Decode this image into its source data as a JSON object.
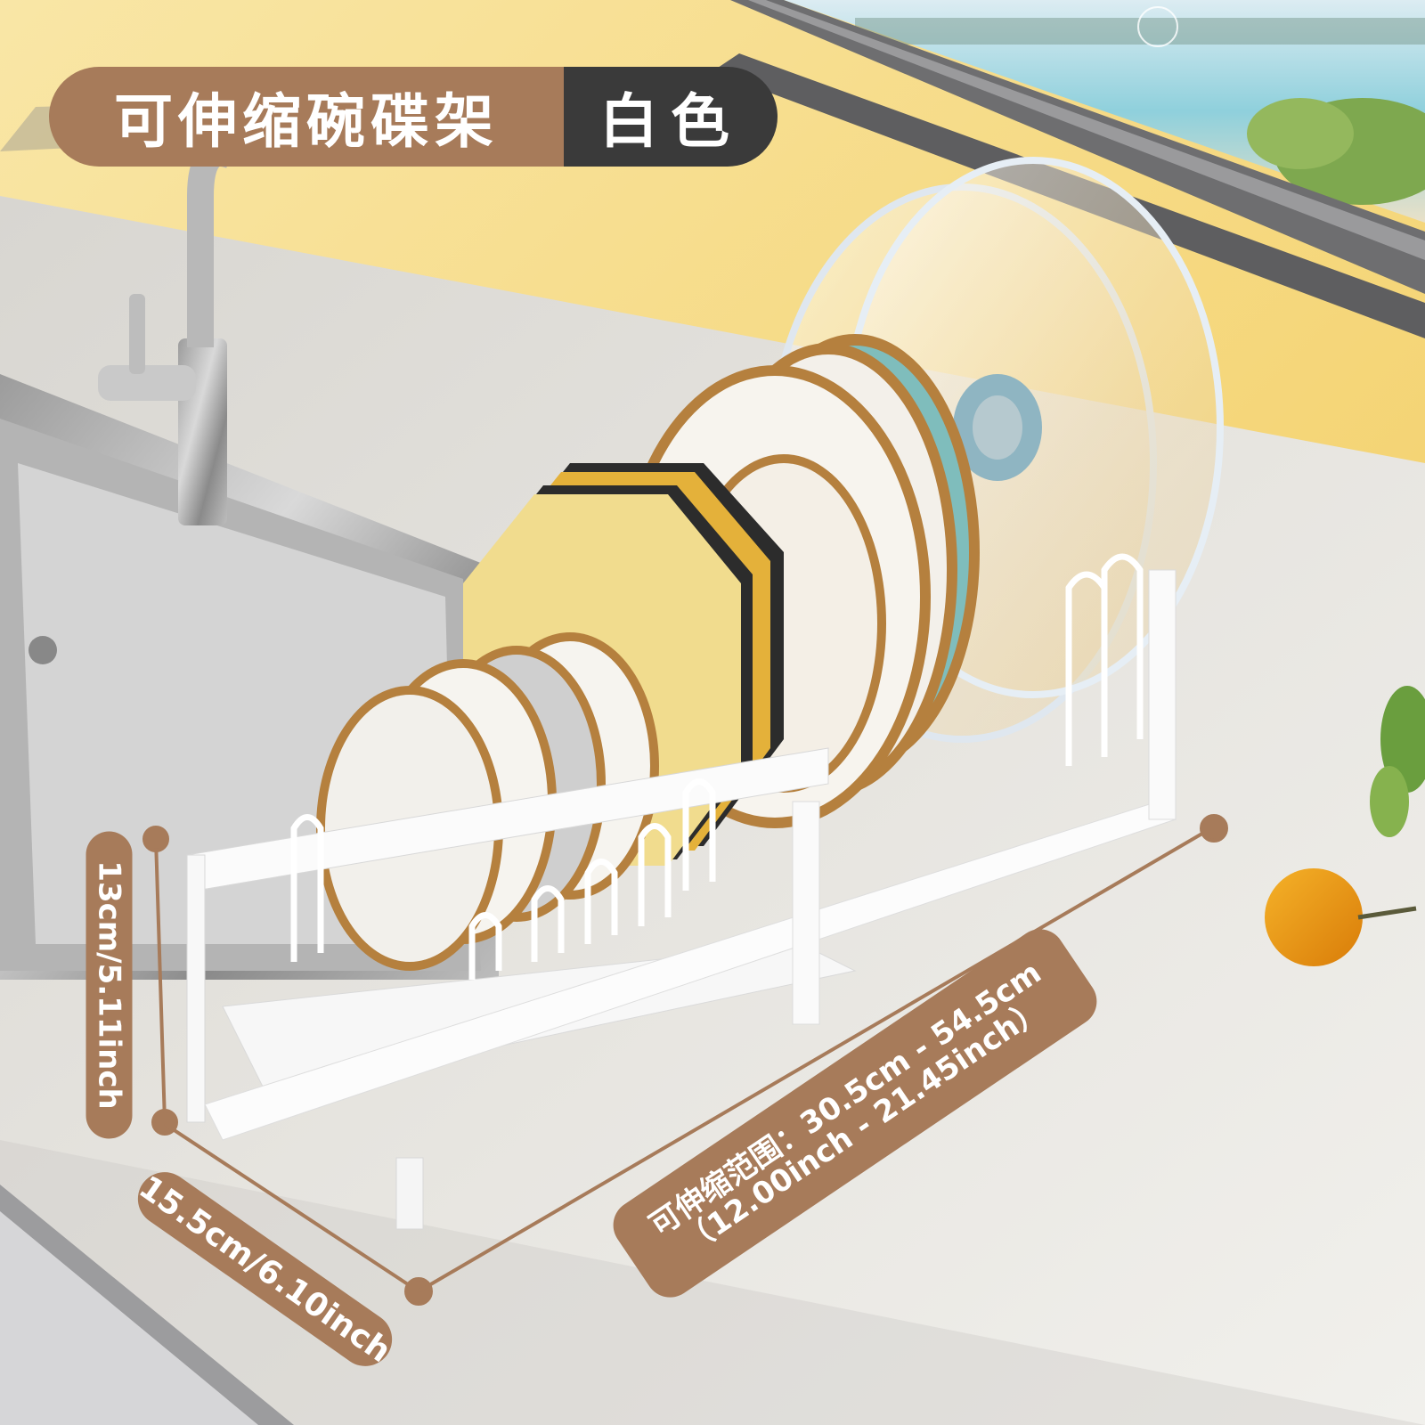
{
  "colors": {
    "brand_brown": "#a77b5a",
    "dark_gray": "#3a3a3a",
    "wall_yellow": "#f6d987",
    "counter_gray": "#dcdad5",
    "plate_rim": "#b5803e",
    "teal_plate": "#7fbdbc",
    "octagon_yellow": "#f1dc8e"
  },
  "header": {
    "product_name": "可伸缩碗碟架",
    "color_variant": "白色"
  },
  "dimensions": {
    "height": "13cm/5.11inch",
    "depth": "15.5cm/6.10inch",
    "range_line1": "可伸缩范围：30.5cm - 54.5cm",
    "range_line2": "（12.00inch - 21.45inch）"
  },
  "scene": {
    "objects": [
      "stainless-sink",
      "faucet",
      "window-with-seaview",
      "dish-rack",
      "pot-lids",
      "plates",
      "octagon-plates",
      "orange",
      "plant"
    ]
  }
}
